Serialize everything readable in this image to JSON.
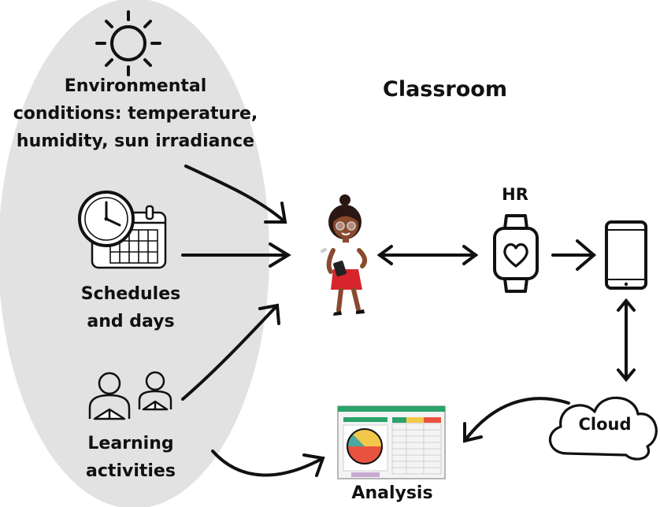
{
  "labels": {
    "environment": "Environmental\nconditions: temperature,\nhumidity, sun irradiance",
    "classroom": "Classroom",
    "schedules": "Schedules\nand days",
    "learning": "Learning\nactivities",
    "hr": "HR",
    "cloud": "Cloud",
    "analysis": "Analysis"
  },
  "icons": {
    "sun": "sun-icon",
    "clock": "clock-icon",
    "calendar": "calendar-icon",
    "students": "reading-students-icon",
    "teacher": "teacher-figure",
    "watch": "smartwatch-heart-icon",
    "phone": "smartphone-icon",
    "cloud": "cloud-icon",
    "dashboard": "analysis-dashboard-icon"
  },
  "colors": {
    "ellipse": "#e2e2e2",
    "ink": "#111111",
    "pie_yellow": "#f2c84b",
    "pie_red": "#e8533f",
    "pie_teal": "#4aa8a0",
    "dashboard_green": "#2ba36a",
    "dashboard_red": "#e8533f",
    "dashboard_yellow": "#f2c84b",
    "dashboard_purple": "#c9a9cf",
    "teacher_skin": "#8a4a2e",
    "teacher_skirt": "#d8242c",
    "teacher_hair": "#2a1712"
  }
}
